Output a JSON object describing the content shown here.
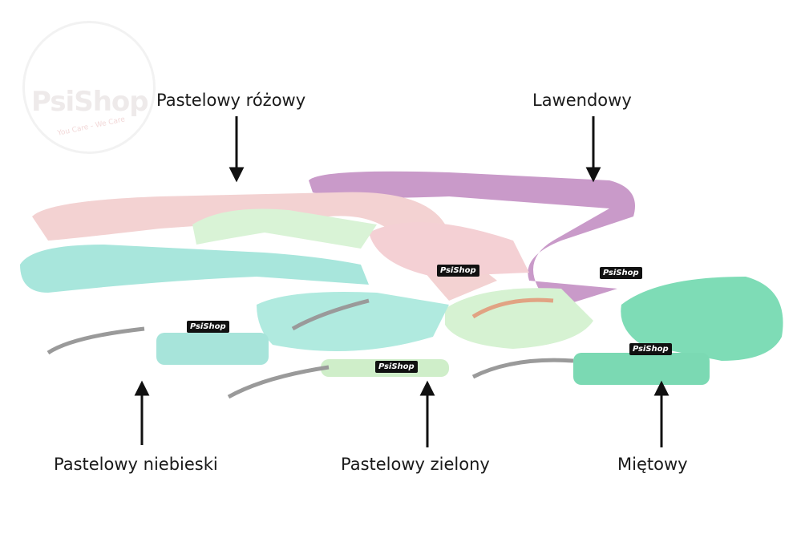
{
  "logo": {
    "brand": "PsiShop",
    "tagline": "You Care - We Care"
  },
  "badge_text": "PsiShop",
  "labels": {
    "pink": "Pastelowy różowy",
    "lavender": "Lawendowy",
    "blue": "Pastelowy niebieski",
    "green": "Pastelowy zielony",
    "mint": "Miętowy"
  },
  "colors": {
    "pink": "#f3cfcf",
    "lavender": "#c99ac9",
    "blue": "#a8e6dc",
    "green": "#d6f2d2",
    "mint": "#7edcb6"
  }
}
